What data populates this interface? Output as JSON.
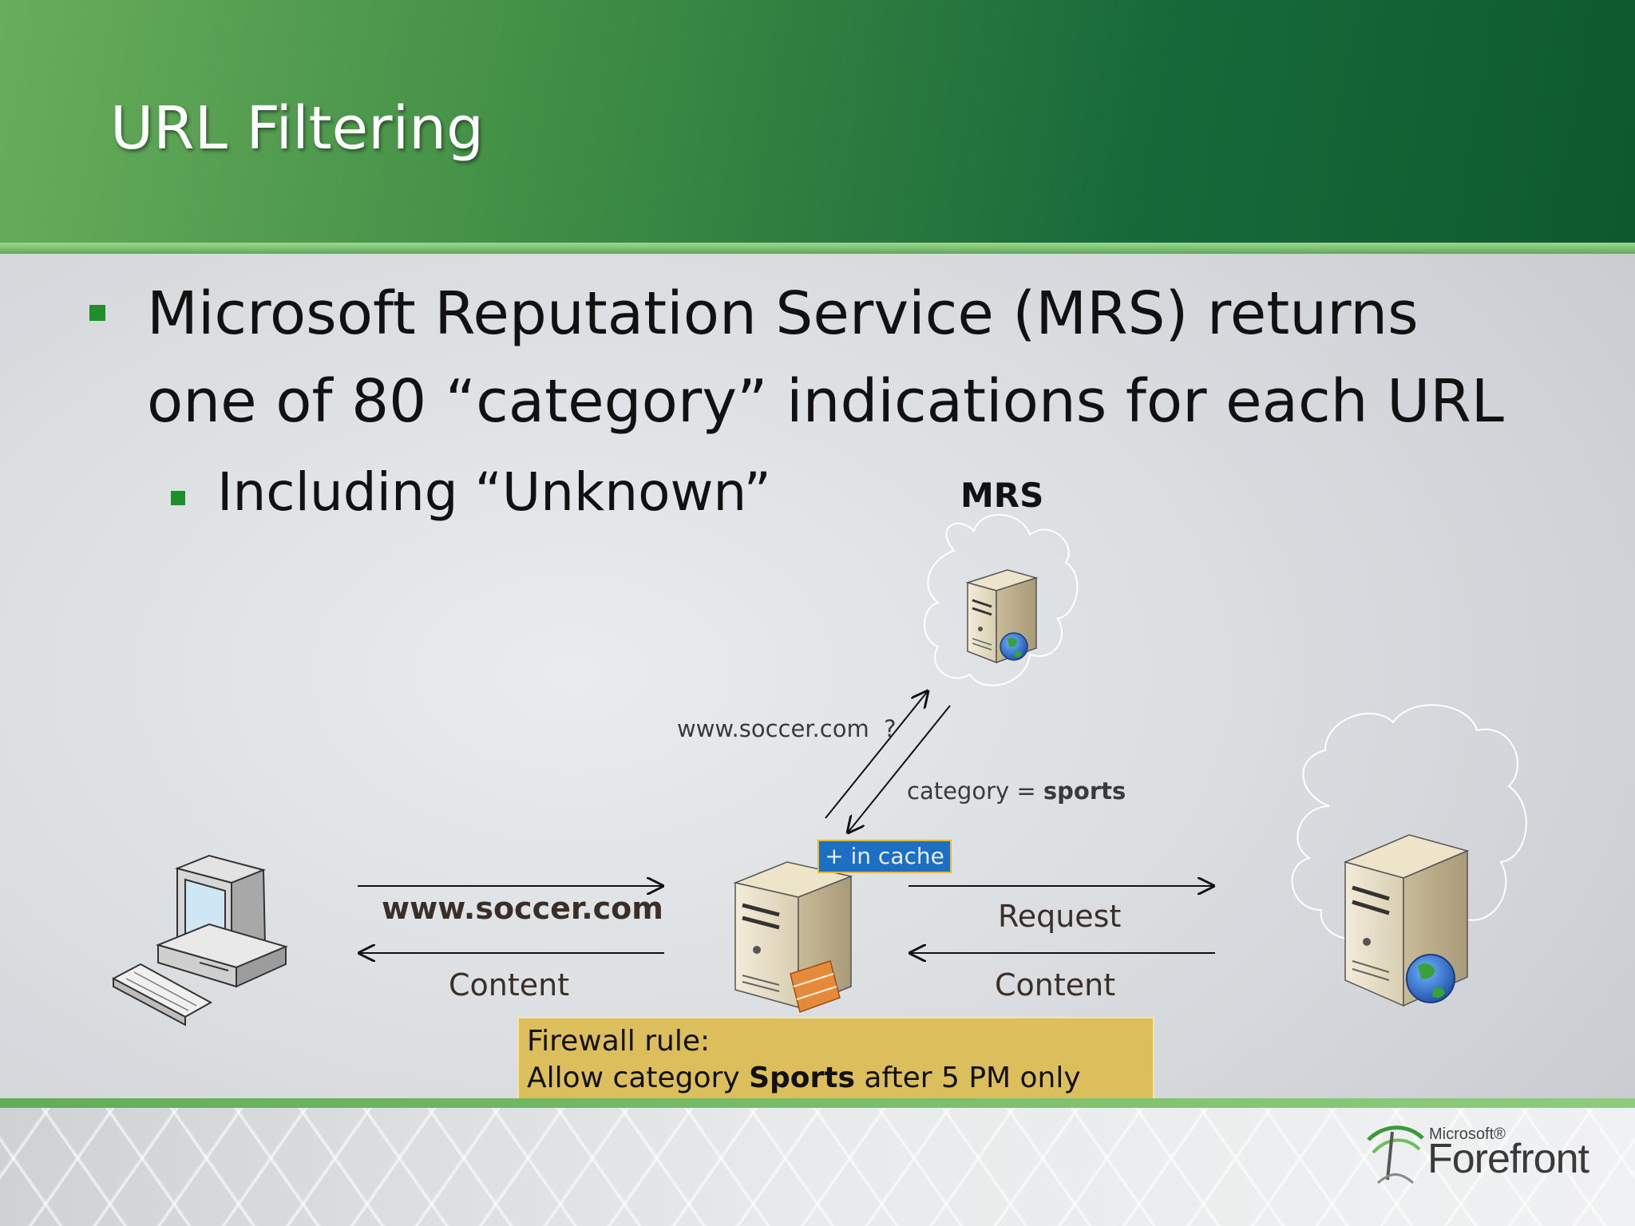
{
  "slide": {
    "title": "URL Filtering",
    "bullet1": {
      "line1": "Microsoft Reputation Service (MRS) returns",
      "line2": "one of 80 “category” indications for each URL"
    },
    "sub_bullet": "Including “Unknown”"
  },
  "diagram": {
    "mrs_label": "MRS",
    "query_label": "www.soccer.com  ?",
    "response_prefix": "category = ",
    "response_value": "sports",
    "cache_badge": "+ in cache",
    "client_request": "www.soccer.com",
    "client_content": "Content",
    "server_request": "Request",
    "server_content": "Content",
    "rule_line1": "Firewall rule:",
    "rule_prefix": "Allow category ",
    "rule_bold": "Sports",
    "rule_suffix": " after 5 PM only"
  },
  "footer": {
    "logo_small": "Microsoft®",
    "logo_name": "Forefront"
  },
  "colors": {
    "header_green": "#17693a",
    "bullet_green": "#1f8f2c",
    "cache_blue": "#1d6fc4",
    "rule_gold": "#dcbf5c"
  }
}
